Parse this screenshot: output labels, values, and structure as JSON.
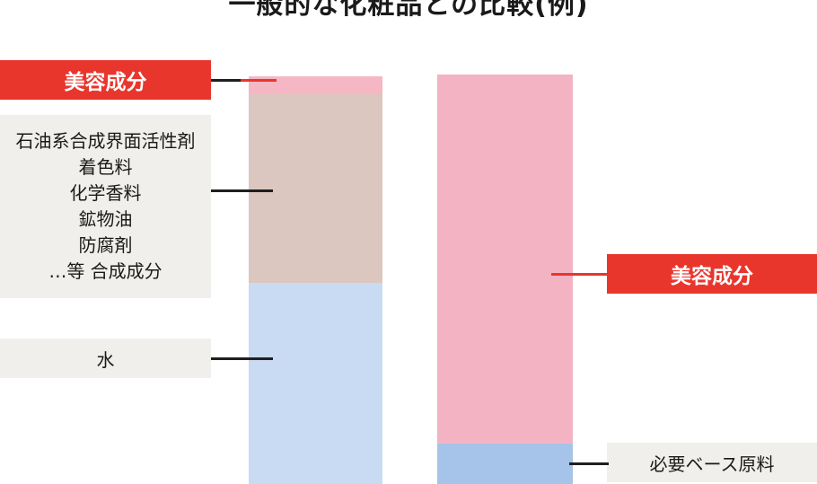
{
  "title": "一般的な化粧品との比較(例)",
  "colors": {
    "accent_red": "#e8362d",
    "label_gray_bg": "#f0efeb",
    "connector_dark": "#1f1f1f",
    "left_top_pink": "#f5b7c4",
    "left_mid_tan": "#dbc7bf",
    "left_bottom_blue": "#c9dbf2",
    "right_pink": "#f4b3c2",
    "right_blue": "#a6c3e9"
  },
  "labels": {
    "beauty_left": "美容成分",
    "beauty_right": "美容成分",
    "water": "水",
    "base_materials": "必要ベース原料",
    "synthetic_lines": [
      "石油系合成界面活性剤",
      "着色料",
      "化学香料",
      "鉱物油",
      "防腐剤",
      "…等 合成成分"
    ]
  },
  "chart_data": {
    "type": "bar",
    "subtype": "stacked-comparison",
    "title": "一般的な化粧品との比較(例)",
    "legend_position": "callout-labels",
    "bars": [
      {
        "name": "general-cosmetics",
        "segments": [
          {
            "label": "美容成分",
            "percent": 4.4,
            "color": "#f5b7c4"
          },
          {
            "label": "石油系合成界面活性剤・着色料・化学香料・鉱物油・防腐剤 …等 合成成分",
            "percent": 46.2,
            "color": "#dbc7bf"
          },
          {
            "label": "水",
            "percent": 49.4,
            "color": "#c9dbf2"
          }
        ]
      },
      {
        "name": "this-product",
        "segments": [
          {
            "label": "美容成分",
            "percent": 90.1,
            "color": "#f4b3c2"
          },
          {
            "label": "必要ベース原料",
            "percent": 9.9,
            "color": "#a6c3e9"
          }
        ]
      }
    ]
  }
}
